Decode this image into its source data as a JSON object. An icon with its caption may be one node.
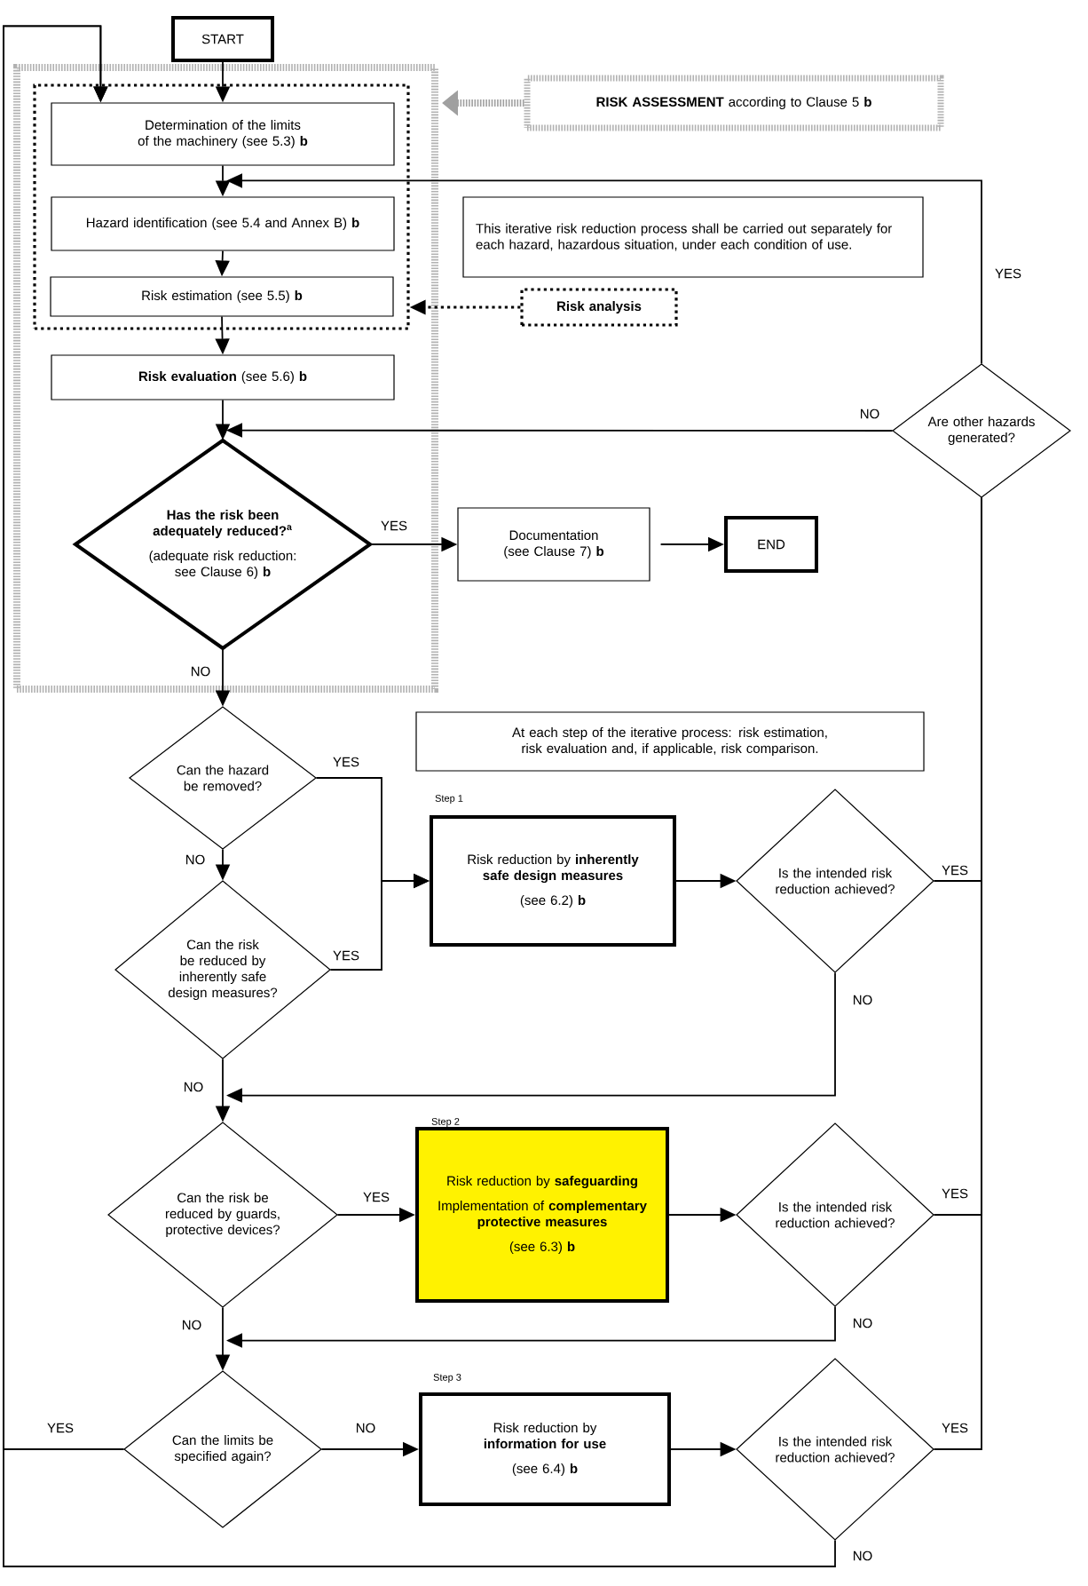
{
  "diagram": {
    "nodes": [
      {
        "text": [
          "START"
        ]
      },
      {
        "text": [],
        "shape": "box"
      },
      {
        "text": [],
        "shape": "box",
        "in": 1
      },
      {
        "text": [
          "Determination of the limits of the machinery (see 5.3) **b**"
        ],
        "in": 2
      },
      {
        "text": [
          "Hazard identification (see 5.4 and Annex B) **b**"
        ],
        "in": 2
      },
      {
        "text": [
          "Risk estimation (see 5.5) **b**"
        ],
        "in": 2
      },
      {
        "text": [
          "**Risk evaluation** (see 5.6) **b**"
        ],
        "in": 1
      },
      {
        "text": [
          "Has the risk been adequately reduced?$^{a}$",
          "(adequate risk reduction: see Clause 6) **b**"
        ],
        "in": 1
      },
      {
        "text": [
          "**RISK ASSESSMENT** according to Clause 5 **b**"
        ]
      },
      {
        "text": [
          "This iterative risk reduction process shall be carried out separately for each hazard, hazardous situation, under each condition of use."
        ]
      },
      {
        "text": [
          "Risk analysis"
        ]
      },
      {
        "text": [
          "Are other hazards generated?"
        ]
      },
      {
        "text": [
          "Documentation (see Clause 7) **b**"
        ]
      },
      {
        "text": [
          "END"
        ]
      },
      {
        "text": [
          "At each step of the iterative process: risk estimation, risk evaluation and, if applicable, risk comparison."
        ]
      },
      {
        "text": [
          "Can the hazard be removed?"
        ]
      },
      {
        "text": [
          "Can the risk be reduced by inherently safe design measures?"
        ]
      },
      {
        "text": [
          "Risk reduction by **inherently safe design measures**",
          "(see 6.2) **b**"
        ],
        "beside": [
          "Step 1"
        ]
      },
      {
        "text": [
          "Is the intended risk reduction achieved?"
        ]
      },
      {
        "text": [
          "Can the risk be reduced by guards, protective devices?"
        ]
      },
      {
        "text": [
          "Risk reduction by **safeguarding**",
          "Implementation of **complementary protective measures**",
          "(see 6.3) **b**"
        ],
        "beside": [
          "Step 2"
        ]
      },
      {
        "text": [
          "Is the intended risk reduction achieved?"
        ]
      },
      {
        "text": [
          "Can the limits be specified again?"
        ]
      },
      {
        "text": [
          "Risk reduction by **information for use**",
          "(see 6.4) **b**"
        ],
        "beside": [
          "Step 3"
        ]
      },
      {
        "text": [
          "Is the intended risk reduction achieved?"
        ]
      }
    ],
    "edges": [
      {
        "from": 0,
        "to": 3,
        "arrow": "to"
      },
      {
        "from": 3,
        "to": 4,
        "arrow": "to"
      },
      {
        "from": 4,
        "to": 5,
        "arrow": "to"
      },
      {
        "from": 5,
        "to": 6,
        "arrow": "to"
      },
      {
        "from": 6,
        "to": 7,
        "arrow": "to"
      },
      {
        "from": 7,
        "to": 12,
        "arrow": "to",
        "label": "YES"
      },
      {
        "from": 12,
        "to": 13,
        "arrow": "to"
      },
      {
        "from": 8,
        "to": 1,
        "arrow": "to",
        "style": "dashed",
        "color": "#a0a0a0"
      },
      {
        "from": 10,
        "to": 2,
        "arrow": "to",
        "style": "dashed"
      },
      {
        "from": 11,
        "to": 4,
        "arrow": "to",
        "label": "YES"
      },
      {
        "from": 11,
        "to": 7,
        "arrow": "to",
        "label": "NO"
      },
      {
        "from": 7,
        "to": 15,
        "arrow": "to",
        "label": "NO"
      },
      {
        "from": 15,
        "to": 17,
        "arrow": "to",
        "label": "YES"
      },
      {
        "from": 15,
        "to": 16,
        "arrow": "to",
        "label": "NO"
      },
      {
        "from": 16,
        "to": 17,
        "arrow": "to",
        "label": "YES"
      },
      {
        "from": 16,
        "to": 19,
        "arrow": "to",
        "label": "NO"
      },
      {
        "from": 17,
        "to": 18,
        "arrow": "to"
      },
      {
        "from": 18,
        "to": 11,
        "arrow": "none",
        "label": "YES"
      },
      {
        "from": 18,
        "to": 19,
        "arrow": "to",
        "label": "NO"
      },
      {
        "from": 19,
        "to": 20,
        "arrow": "to",
        "label": "YES"
      },
      {
        "from": 20,
        "to": 21,
        "arrow": "to"
      },
      {
        "from": 21,
        "to": 11,
        "arrow": "none",
        "label": "YES"
      },
      {
        "from": 21,
        "to": 22,
        "arrow": "to",
        "label": "NO"
      },
      {
        "from": 19,
        "to": 22,
        "arrow": "to",
        "label": "NO"
      },
      {
        "from": 22,
        "to": 23,
        "arrow": "to",
        "label": "NO"
      },
      {
        "from": 23,
        "to": 24,
        "arrow": "to"
      },
      {
        "from": 24,
        "to": 11,
        "arrow": "none",
        "label": "YES"
      },
      {
        "from": 22,
        "to": 3,
        "arrow": "to",
        "label": "YES"
      },
      {
        "from": 24,
        "to": 3,
        "arrow": "to",
        "label": "NO"
      }
    ]
  }
}
